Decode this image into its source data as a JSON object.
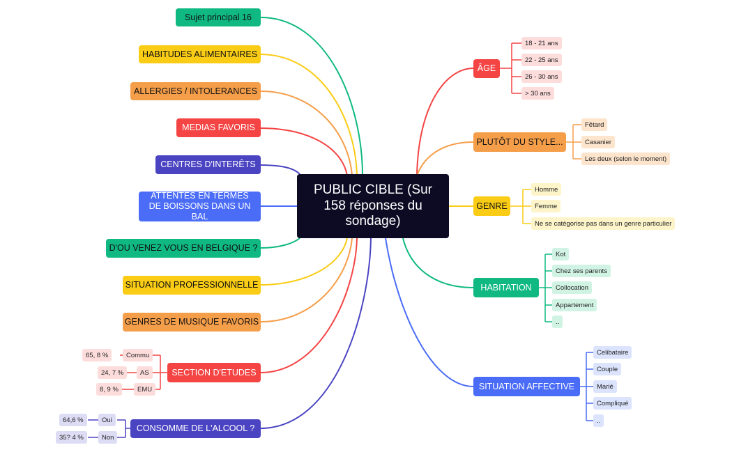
{
  "central": {
    "title": "PUBLIC CIBLE (Sur 158 réponses du sondage)"
  },
  "colors": {
    "green": "#10b981",
    "yellow": "#facc15",
    "orange": "#f59e4a",
    "red": "#f44444",
    "purple": "#4b44c2",
    "blue": "#4a6cf7",
    "dark": "#0d0b24"
  },
  "left": {
    "sujet": "Sujet principal 16",
    "habitudes": "HABITUDES ALIMENTAIRES",
    "allergies": "ALLERGIES / INTOLERANCES",
    "medias": "MEDIAS FAVORIS",
    "interets": "CENTRES D'INTERÊTS",
    "attentes": "ATTENTES EN TERMES DE BOISSONS DANS UN BAL",
    "origine": "D'OU VENEZ VOUS EN BELGIQUE ?",
    "situation_pro": "SITUATION PROFESSIONNELLE",
    "musique": "GENRES DE MUSIQUE FAVORIS",
    "section": {
      "label": "SECTION D'ETUDES",
      "items": [
        {
          "label": "Commu",
          "value": "65, 8 %"
        },
        {
          "label": "AS",
          "value": "24, 7 %"
        },
        {
          "label": "EMU",
          "value": "8, 9 %"
        }
      ]
    },
    "alcool": {
      "label": "CONSOMME DE L'ALCOOL ?",
      "items": [
        {
          "label": "Oui",
          "value": "64,6 %"
        },
        {
          "label": "Non",
          "value": "35? 4 %"
        }
      ]
    }
  },
  "right": {
    "age": {
      "label": "ÂGE",
      "items": [
        "18 - 21 ans",
        "22 - 25 ans",
        "26 - 30 ans",
        "> 30 ans"
      ]
    },
    "style": {
      "label": "PLUTÔT DU STYLE...",
      "items": [
        "Fêtard",
        "Casanier",
        "Les deux (selon le moment)"
      ]
    },
    "genre": {
      "label": "GENRE",
      "items": [
        "Homme",
        "Femme",
        "Ne se catégorise pas dans un genre particulier"
      ]
    },
    "habitation": {
      "label": "HABITATION",
      "items": [
        "Kot",
        "Chez ses parents",
        "Collocation",
        "Appartement",
        ".."
      ]
    },
    "affective": {
      "label": "SITUATION AFFECTIVE",
      "items": [
        "Celibataire",
        "Couple",
        "Marié",
        "Compliqué",
        ".."
      ]
    }
  }
}
